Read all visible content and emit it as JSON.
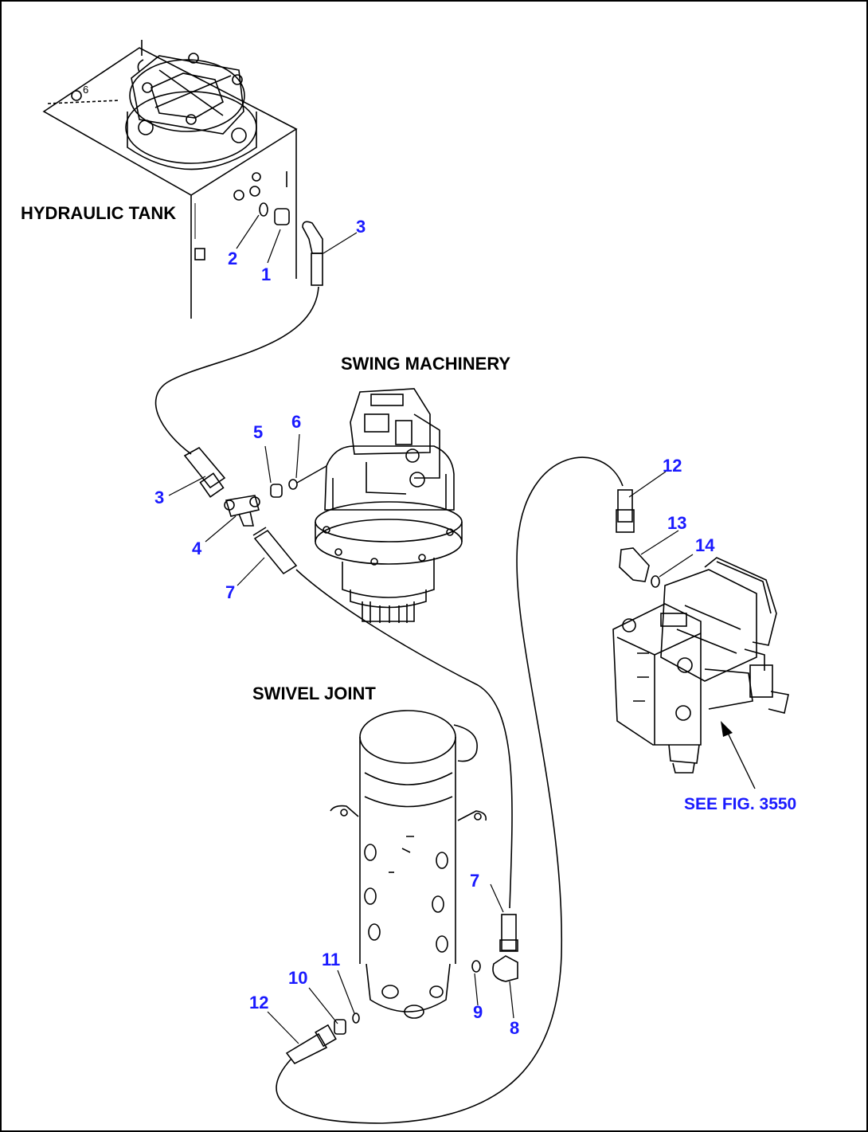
{
  "labels": {
    "hydraulic_tank": "HYDRAULIC TANK",
    "swing_machinery": "SWING MACHINERY",
    "swivel_joint": "SWIVEL JOINT",
    "see_fig": "SEE FIG. 3550"
  },
  "small_marks": {
    "tank_callout": "6"
  },
  "callouts": [
    "1",
    "2",
    "3",
    "3",
    "4",
    "5",
    "6",
    "7",
    "7",
    "8",
    "9",
    "10",
    "11",
    "12",
    "12",
    "13",
    "14"
  ],
  "colors": {
    "line": "#000000",
    "callout": "#1a1aff",
    "background": "#ffffff"
  }
}
